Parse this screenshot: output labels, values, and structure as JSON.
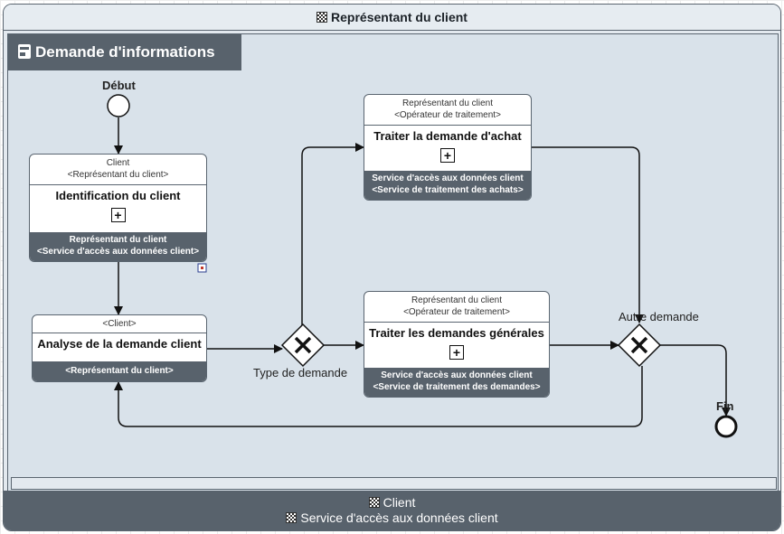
{
  "pool": {
    "title": "Représentant du client"
  },
  "lane": {
    "title": "Demande d'informations"
  },
  "footer": {
    "line1": "Client",
    "line2": "Service d'accès aux données client"
  },
  "events": {
    "start": "Début",
    "end": "Fin"
  },
  "gateways": {
    "type_demande": "Type de demande",
    "autre_demande": "Autre demande"
  },
  "tasks": {
    "identification": {
      "top1": "Client",
      "top2": "<Représentant du client>",
      "name": "Identification du client",
      "bottom1": "Représentant du client",
      "bottom2": "<Service d'accès aux données client>"
    },
    "analyse": {
      "top1": "<Client>",
      "name": "Analyse de la demande client",
      "bottom1": "<Représentant du client>"
    },
    "achat": {
      "top1": "Représentant du client",
      "top2": "<Opérateur de traitement>",
      "name": "Traiter la demande d'achat",
      "bottom1": "Service d'accès aux données client",
      "bottom2": "<Service de traitement des achats>"
    },
    "generales": {
      "top1": "Représentant du client",
      "top2": "<Opérateur de traitement>",
      "name": "Traiter les demandes générales",
      "bottom1": "Service d'accès aux données client",
      "bottom2": "<Service de traitement des demandes>"
    }
  },
  "colors": {
    "header_dark": "#58626c",
    "lane_bg": "#d9e2ea",
    "line": "#111111"
  }
}
